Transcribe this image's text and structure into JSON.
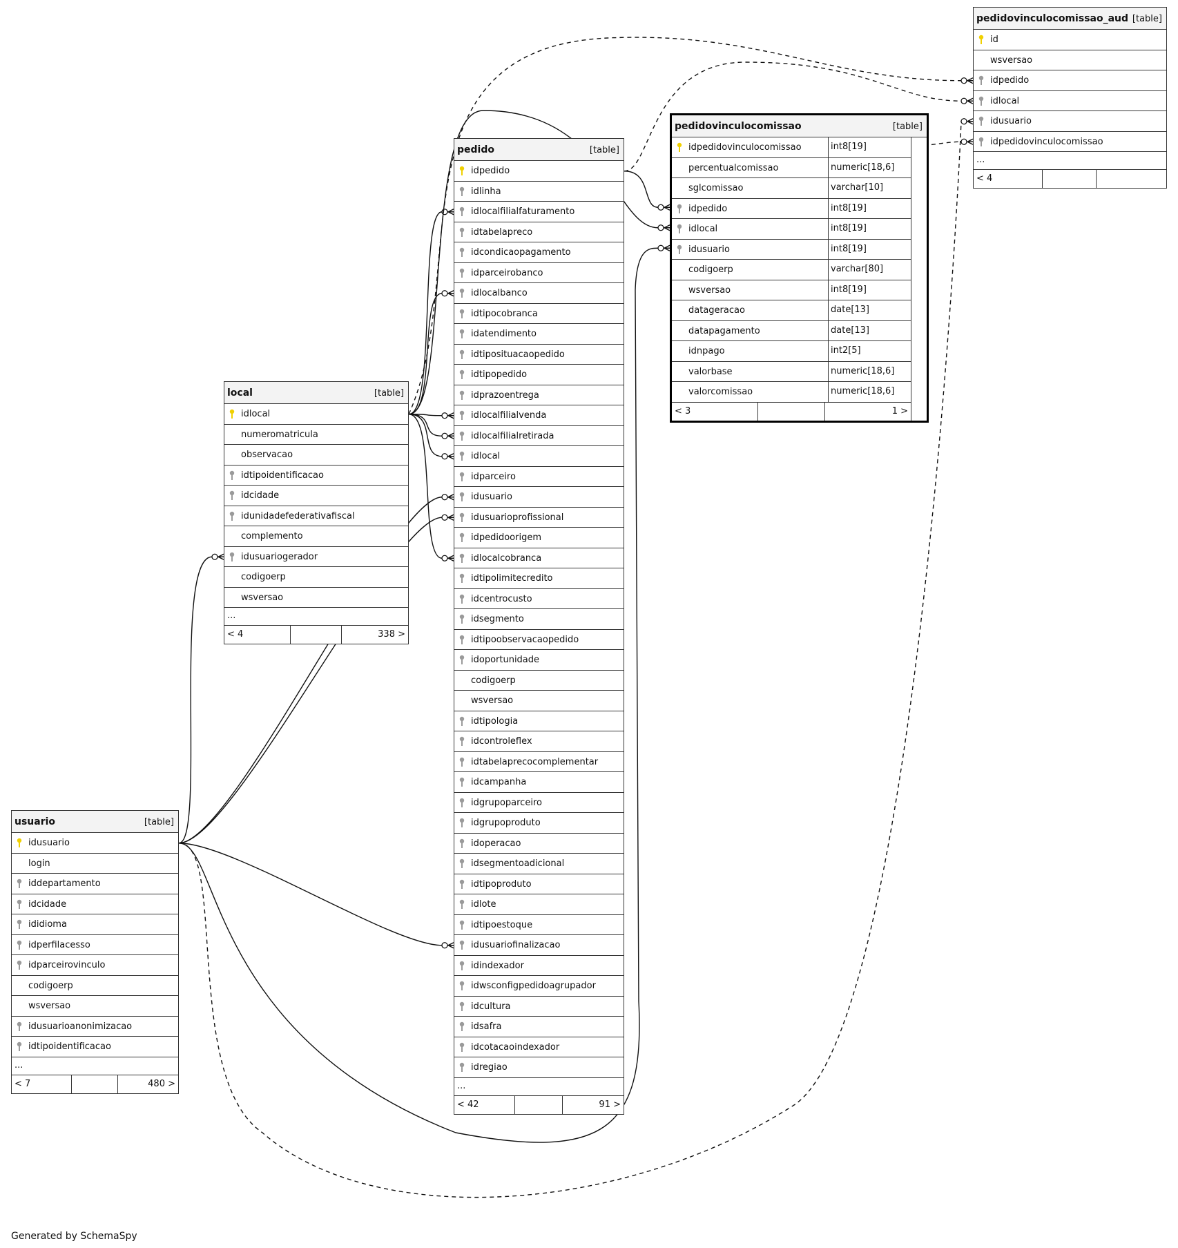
{
  "footer_text": "Generated by SchemaSpy",
  "colors": {
    "primary_key": "#f0d000",
    "foreign_key": "#9a9a9a",
    "header_bg": "#f3f3f3",
    "border": "#333333"
  },
  "tables": {
    "usuario": {
      "name": "usuario",
      "tag": "[table]",
      "columns": [
        {
          "name": "idusuario",
          "key": "pk"
        },
        {
          "name": "login",
          "key": ""
        },
        {
          "name": "iddepartamento",
          "key": "fk"
        },
        {
          "name": "idcidade",
          "key": "fk"
        },
        {
          "name": "ididioma",
          "key": "fk"
        },
        {
          "name": "idperfilacesso",
          "key": "fk"
        },
        {
          "name": "idparceirovinculo",
          "key": "fk"
        },
        {
          "name": "codigoerp",
          "key": ""
        },
        {
          "name": "wsversao",
          "key": ""
        },
        {
          "name": "idusuarioanonimizacao",
          "key": "fk"
        },
        {
          "name": "idtipoidentificacao",
          "key": "fk"
        }
      ],
      "ellipsis": "...",
      "footer": {
        "left": "< 7",
        "right": "480 >"
      }
    },
    "local": {
      "name": "local",
      "tag": "[table]",
      "columns": [
        {
          "name": "idlocal",
          "key": "pk"
        },
        {
          "name": "numeromatricula",
          "key": ""
        },
        {
          "name": "observacao",
          "key": ""
        },
        {
          "name": "idtipoidentificacao",
          "key": "fk"
        },
        {
          "name": "idcidade",
          "key": "fk"
        },
        {
          "name": "idunidadefederativafiscal",
          "key": "fk"
        },
        {
          "name": "complemento",
          "key": ""
        },
        {
          "name": "idusuariogerador",
          "key": "fk"
        },
        {
          "name": "codigoerp",
          "key": ""
        },
        {
          "name": "wsversao",
          "key": ""
        }
      ],
      "ellipsis": "...",
      "footer": {
        "left": "< 4",
        "right": "338 >"
      }
    },
    "pedido": {
      "name": "pedido",
      "tag": "[table]",
      "columns": [
        {
          "name": "idpedido",
          "key": "pk"
        },
        {
          "name": "idlinha",
          "key": "fk"
        },
        {
          "name": "idlocalfilialfaturamento",
          "key": "fk"
        },
        {
          "name": "idtabelapreco",
          "key": "fk"
        },
        {
          "name": "idcondicaopagamento",
          "key": "fk"
        },
        {
          "name": "idparceirobanco",
          "key": "fk"
        },
        {
          "name": "idlocalbanco",
          "key": "fk"
        },
        {
          "name": "idtipocobranca",
          "key": "fk"
        },
        {
          "name": "idatendimento",
          "key": "fk"
        },
        {
          "name": "idtiposituacaopedido",
          "key": "fk"
        },
        {
          "name": "idtipopedido",
          "key": "fk"
        },
        {
          "name": "idprazoentrega",
          "key": "fk"
        },
        {
          "name": "idlocalfilialvenda",
          "key": "fk"
        },
        {
          "name": "idlocalfilialretirada",
          "key": "fk"
        },
        {
          "name": "idlocal",
          "key": "fk"
        },
        {
          "name": "idparceiro",
          "key": "fk"
        },
        {
          "name": "idusuario",
          "key": "fk"
        },
        {
          "name": "idusuarioprofissional",
          "key": "fk"
        },
        {
          "name": "idpedidoorigem",
          "key": "fk"
        },
        {
          "name": "idlocalcobranca",
          "key": "fk"
        },
        {
          "name": "idtipolimitecredito",
          "key": "fk"
        },
        {
          "name": "idcentrocusto",
          "key": "fk"
        },
        {
          "name": "idsegmento",
          "key": "fk"
        },
        {
          "name": "idtipoobservacaopedido",
          "key": "fk"
        },
        {
          "name": "idoportunidade",
          "key": "fk"
        },
        {
          "name": "codigoerp",
          "key": ""
        },
        {
          "name": "wsversao",
          "key": ""
        },
        {
          "name": "idtipologia",
          "key": "fk"
        },
        {
          "name": "idcontroleflex",
          "key": "fk"
        },
        {
          "name": "idtabelaprecocomplementar",
          "key": "fk"
        },
        {
          "name": "idcampanha",
          "key": "fk"
        },
        {
          "name": "idgrupoparceiro",
          "key": "fk"
        },
        {
          "name": "idgrupoproduto",
          "key": "fk"
        },
        {
          "name": "idoperacao",
          "key": "fk"
        },
        {
          "name": "idsegmentoadicional",
          "key": "fk"
        },
        {
          "name": "idtipoproduto",
          "key": "fk"
        },
        {
          "name": "idlote",
          "key": "fk"
        },
        {
          "name": "idtipoestoque",
          "key": "fk"
        },
        {
          "name": "idusuariofinalizacao",
          "key": "fk"
        },
        {
          "name": "idindexador",
          "key": "fk"
        },
        {
          "name": "idwsconfigpedidoagrupador",
          "key": "fk"
        },
        {
          "name": "idcultura",
          "key": "fk"
        },
        {
          "name": "idsafra",
          "key": "fk"
        },
        {
          "name": "idcotacaoindexador",
          "key": "fk"
        },
        {
          "name": "idregiao",
          "key": "fk"
        }
      ],
      "ellipsis": "...",
      "footer": {
        "left": "< 42",
        "right": "91 >"
      }
    },
    "pedidovinculocomissao": {
      "name": "pedidovinculocomissao",
      "tag": "[table]",
      "columns": [
        {
          "name": "idpedidovinculocomissao",
          "key": "pk",
          "type": "int8[19]"
        },
        {
          "name": "percentualcomissao",
          "key": "",
          "type": "numeric[18,6]"
        },
        {
          "name": "sglcomissao",
          "key": "",
          "type": "varchar[10]"
        },
        {
          "name": "idpedido",
          "key": "fk",
          "type": "int8[19]"
        },
        {
          "name": "idlocal",
          "key": "fk",
          "type": "int8[19]"
        },
        {
          "name": "idusuario",
          "key": "fk",
          "type": "int8[19]"
        },
        {
          "name": "codigoerp",
          "key": "",
          "type": "varchar[80]"
        },
        {
          "name": "wsversao",
          "key": "",
          "type": "int8[19]"
        },
        {
          "name": "datageracao",
          "key": "",
          "type": "date[13]"
        },
        {
          "name": "datapagamento",
          "key": "",
          "type": "date[13]"
        },
        {
          "name": "idnpago",
          "key": "",
          "type": "int2[5]"
        },
        {
          "name": "valorbase",
          "key": "",
          "type": "numeric[18,6]"
        },
        {
          "name": "valorcomissao",
          "key": "",
          "type": "numeric[18,6]"
        }
      ],
      "footer": {
        "left": "< 3",
        "right": "1 >"
      }
    },
    "pedidovinculocomissao_aud": {
      "name": "pedidovinculocomissao_aud",
      "tag": "[table]",
      "columns": [
        {
          "name": "id",
          "key": "pk"
        },
        {
          "name": "wsversao",
          "key": ""
        },
        {
          "name": "idpedido",
          "key": "fk"
        },
        {
          "name": "idlocal",
          "key": "fk"
        },
        {
          "name": "idusuario",
          "key": "fk"
        },
        {
          "name": "idpedidovinculocomissao",
          "key": "fk"
        }
      ],
      "ellipsis": "...",
      "footer": {
        "left": "< 4",
        "right": ""
      }
    }
  }
}
